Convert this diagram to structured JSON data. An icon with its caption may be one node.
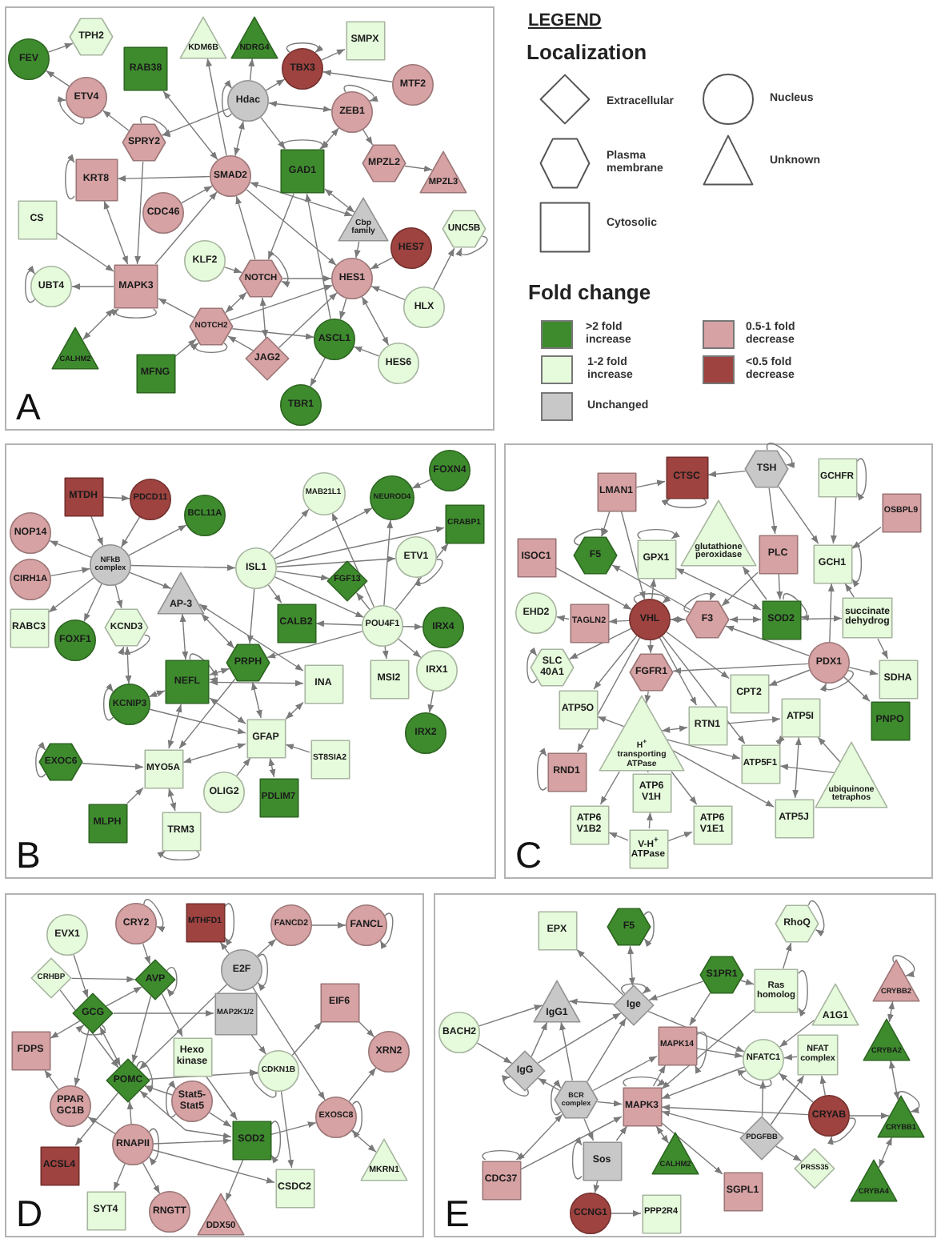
{
  "diagram": {
    "nodes": [
      {
        "text": [
          "A"
        ]
      },
      {
        "text": [
          "TPH2"
        ],
        "in": 0
      },
      {
        "text": [
          "FEV"
        ],
        "in": 0
      },
      {
        "text": [
          "KDM6B"
        ],
        "in": 0
      },
      {
        "text": [
          "NDRG4"
        ],
        "in": 0
      },
      {
        "text": [
          "RAB38"
        ],
        "in": 0
      },
      {
        "text": [
          "TBX3"
        ],
        "in": 0
      },
      {
        "text": [
          "SMPX"
        ],
        "in": 0
      },
      {
        "text": [
          "ETV4"
        ],
        "in": 0
      },
      {
        "text": [
          "Hdac"
        ],
        "in": 0
      },
      {
        "text": [
          "MTF2"
        ],
        "in": 0
      },
      {
        "text": [
          "ZEB1"
        ],
        "in": 0
      },
      {
        "text": [
          "SPRY2"
        ],
        "in": 0
      },
      {
        "text": [
          "GAD1"
        ],
        "in": 0
      },
      {
        "text": [
          "MPZL2"
        ],
        "in": 0
      },
      {
        "text": [
          "MPZL3"
        ],
        "in": 0
      },
      {
        "text": [
          "KRT8"
        ],
        "in": 0
      },
      {
        "text": [
          "SMAD2"
        ],
        "in": 0
      },
      {
        "text": [
          "CS"
        ],
        "in": 0
      },
      {
        "text": [
          "CDC46"
        ],
        "in": 0
      },
      {
        "text": [
          "Cbp family"
        ],
        "in": 0
      },
      {
        "text": [
          "UNC5B"
        ],
        "in": 0
      },
      {
        "text": [
          "HES7"
        ],
        "in": 0
      },
      {
        "text": [
          "KLF2"
        ],
        "in": 0
      },
      {
        "text": [
          "NOTCH"
        ],
        "in": 0
      },
      {
        "text": [
          "HES1"
        ],
        "in": 0
      },
      {
        "text": [
          "UBT4"
        ],
        "in": 0
      },
      {
        "text": [
          "MAPK3"
        ],
        "in": 0
      },
      {
        "text": [
          "HLX"
        ],
        "in": 0
      },
      {
        "text": [
          "NOTCH2"
        ],
        "in": 0
      },
      {
        "text": [
          "ASCL1"
        ],
        "in": 0
      },
      {
        "text": [
          "CALHM2"
        ],
        "in": 0
      },
      {
        "text": [
          "JAG2"
        ],
        "in": 0
      },
      {
        "text": [
          "HES6"
        ],
        "in": 0
      },
      {
        "text": [
          "MFNG"
        ],
        "in": 0
      },
      {
        "text": [
          "TBR1"
        ],
        "in": 0
      },
      {
        "text": [
          "B"
        ]
      },
      {
        "text": [
          "MTDH"
        ],
        "in": 36
      },
      {
        "text": [
          "PDCD11"
        ],
        "in": 36
      },
      {
        "text": [
          "FOXN4"
        ],
        "in": 36
      },
      {
        "text": [
          "MAB21L1"
        ],
        "in": 36
      },
      {
        "text": [
          "NEUROD4"
        ],
        "in": 36
      },
      {
        "text": [
          "BCL11A"
        ],
        "in": 36
      },
      {
        "text": [
          "CRABP1"
        ],
        "in": 36
      },
      {
        "text": [
          "NOP14"
        ],
        "in": 36
      },
      {
        "text": [
          "ETV1"
        ],
        "in": 36
      },
      {
        "text": [
          "NFkB complex"
        ],
        "in": 36
      },
      {
        "text": [
          "ISL1"
        ],
        "in": 36
      },
      {
        "text": [
          "CIRH1A"
        ],
        "in": 36
      },
      {
        "text": [
          "FGF13"
        ],
        "in": 36
      },
      {
        "text": [
          "AP-3"
        ],
        "in": 36
      },
      {
        "text": [
          "CALB2"
        ],
        "in": 36
      },
      {
        "text": [
          "POU4F1"
        ],
        "in": 36
      },
      {
        "text": [
          "IRX4"
        ],
        "in": 36
      },
      {
        "text": [
          "RABC3"
        ],
        "in": 36
      },
      {
        "text": [
          "KCND3"
        ],
        "in": 36
      },
      {
        "text": [
          "FOXF1"
        ],
        "in": 36
      },
      {
        "text": [
          "PRPH"
        ],
        "in": 36
      },
      {
        "text": [
          "IRX1"
        ],
        "in": 36
      },
      {
        "text": [
          "MSI2"
        ],
        "in": 36
      },
      {
        "text": [
          "NEFL"
        ],
        "in": 36
      },
      {
        "text": [
          "INA"
        ],
        "in": 36
      },
      {
        "text": [
          "KCNIP3"
        ],
        "in": 36
      },
      {
        "text": [
          "IRX2"
        ],
        "in": 36
      },
      {
        "text": [
          "GFAP"
        ],
        "in": 36
      },
      {
        "text": [
          "ST8SIA2"
        ],
        "in": 36
      },
      {
        "text": [
          "EXOC6"
        ],
        "in": 36
      },
      {
        "text": [
          "MYO5A"
        ],
        "in": 36
      },
      {
        "text": [
          "OLIG2"
        ],
        "in": 36
      },
      {
        "text": [
          "PDLIM7"
        ],
        "in": 36
      },
      {
        "text": [
          "MLPH"
        ],
        "in": 36
      },
      {
        "text": [
          "TRM3"
        ],
        "in": 36
      },
      {
        "text": [
          "C"
        ]
      },
      {
        "text": [
          "CTSC"
        ],
        "in": 72
      },
      {
        "text": [
          "TSH"
        ],
        "in": 72
      },
      {
        "text": [
          "GCHFR"
        ],
        "in": 72
      },
      {
        "text": [
          "LMAN1"
        ],
        "in": 72
      },
      {
        "text": [
          "OSBPL9"
        ],
        "in": 72
      },
      {
        "text": [
          "glutathione peroxidase"
        ],
        "in": 72
      },
      {
        "text": [
          "ISOC1"
        ],
        "in": 72
      },
      {
        "text": [
          "F5"
        ],
        "in": 72
      },
      {
        "text": [
          "GPX1"
        ],
        "in": 72
      },
      {
        "text": [
          "PLC"
        ],
        "in": 72
      },
      {
        "text": [
          "GCH1"
        ],
        "in": 72
      },
      {
        "text": [
          "EHD2"
        ],
        "in": 72
      },
      {
        "text": [
          "TAGLN2"
        ],
        "in": 72
      },
      {
        "text": [
          "VHL"
        ],
        "in": 72
      },
      {
        "text": [
          "F3"
        ],
        "in": 72
      },
      {
        "text": [
          "SOD2"
        ],
        "in": 72
      },
      {
        "text": [
          "succinate dehydrog"
        ],
        "in": 72
      },
      {
        "text": [
          "PDX1"
        ],
        "in": 72
      },
      {
        "text": [
          "SLC 40A1"
        ],
        "in": 72
      },
      {
        "text": [
          "FGFR1"
        ],
        "in": 72
      },
      {
        "text": [
          "SDHA"
        ],
        "in": 72
      },
      {
        "text": [
          "CPT2"
        ],
        "in": 72
      },
      {
        "text": [
          "ATP5O"
        ],
        "in": 72
      },
      {
        "text": [
          "ATP5I"
        ],
        "in": 72
      },
      {
        "text": [
          "RTN1"
        ],
        "in": 72
      },
      {
        "text": [
          "PNPO"
        ],
        "in": 72
      },
      {
        "text": [
          "H$^{+}$ transporting ATPase"
        ],
        "in": 72
      },
      {
        "text": [
          "ATP5F1"
        ],
        "in": 72
      },
      {
        "text": [
          "ubiquinone tetraphos"
        ],
        "in": 72
      },
      {
        "text": [
          "RND1"
        ],
        "in": 72
      },
      {
        "text": [
          "ATP6 V1H"
        ],
        "in": 72
      },
      {
        "text": [
          "ATP5J"
        ],
        "in": 72
      },
      {
        "text": [
          "ATP6 V1B2"
        ],
        "in": 72
      },
      {
        "text": [
          "ATP6 V1E1"
        ],
        "in": 72
      },
      {
        "text": [
          "V-H$^{+}$ ATPase"
        ],
        "in": 72
      },
      {
        "text": [
          "D"
        ]
      },
      {
        "text": [
          "EVX1"
        ],
        "in": 108
      },
      {
        "text": [
          "CRY2"
        ],
        "in": 108
      },
      {
        "text": [
          "MTHFD1"
        ],
        "in": 108
      },
      {
        "text": [
          "FANCD2"
        ],
        "in": 108
      },
      {
        "text": [
          "FANCL"
        ],
        "in": 108
      },
      {
        "text": [
          "CRHBP"
        ],
        "in": 108
      },
      {
        "text": [
          "AVP"
        ],
        "in": 108
      },
      {
        "text": [
          "E2F"
        ],
        "in": 108
      },
      {
        "text": [
          "GCG"
        ],
        "in": 108
      },
      {
        "text": [
          "MAP2K1/2"
        ],
        "in": 108
      },
      {
        "text": [
          "EIF6"
        ],
        "in": 108
      },
      {
        "text": [
          "FDPS"
        ],
        "in": 108
      },
      {
        "text": [
          "POMC"
        ],
        "in": 108
      },
      {
        "text": [
          "Hexo kinase"
        ],
        "in": 108
      },
      {
        "text": [
          "CDKN1B"
        ],
        "in": 108
      },
      {
        "text": [
          "XRN2"
        ],
        "in": 108
      },
      {
        "text": [
          "PPAR GC1B"
        ],
        "in": 108
      },
      {
        "text": [
          "Stat5-Stat5"
        ],
        "in": 108
      },
      {
        "text": [
          "EXOSC8"
        ],
        "in": 108
      },
      {
        "text": [
          "ACSL4"
        ],
        "in": 108
      },
      {
        "text": [
          "RNAPII"
        ],
        "in": 108
      },
      {
        "text": [
          "SOD2"
        ],
        "in": 108
      },
      {
        "text": [
          "MKRN1"
        ],
        "in": 108
      },
      {
        "text": [
          "SYT4"
        ],
        "in": 108
      },
      {
        "text": [
          "RNGTT"
        ],
        "in": 108
      },
      {
        "text": [
          "DDX50"
        ],
        "in": 108
      },
      {
        "text": [
          "CSDC2"
        ],
        "in": 108
      },
      {
        "text": [
          "E"
        ]
      },
      {
        "text": [
          "EPX"
        ],
        "in": 136
      },
      {
        "text": [
          "F5"
        ],
        "in": 136
      },
      {
        "text": [
          "RhoQ"
        ],
        "in": 136
      },
      {
        "text": [
          "S1PR1"
        ],
        "in": 136
      },
      {
        "text": [
          "CRYBB2"
        ],
        "in": 136
      },
      {
        "text": [
          "Ras homolog"
        ],
        "in": 136
      },
      {
        "text": [
          "IgG1"
        ],
        "in": 136
      },
      {
        "text": [
          "Ige"
        ],
        "in": 136
      },
      {
        "text": [
          "A1G1"
        ],
        "in": 136
      },
      {
        "text": [
          "BACH2"
        ],
        "in": 136
      },
      {
        "text": [
          "CRYBA2"
        ],
        "in": 136
      },
      {
        "text": [
          "MAPK14"
        ],
        "in": 136
      },
      {
        "text": [
          "NFATC1"
        ],
        "in": 136
      },
      {
        "text": [
          "NFAT complex"
        ],
        "in": 136
      },
      {
        "text": [
          "IgG"
        ],
        "in": 136
      },
      {
        "text": [
          "BCR complex"
        ],
        "in": 136
      },
      {
        "text": [
          "MAPK3"
        ],
        "in": 136
      },
      {
        "text": [
          "CRYAB"
        ],
        "in": 136
      },
      {
        "text": [
          "CRYBB1"
        ],
        "in": 136
      },
      {
        "text": [
          "PDGFBB"
        ],
        "in": 136
      },
      {
        "text": [
          "CALHM2"
        ],
        "in": 136
      },
      {
        "text": [
          "Sos"
        ],
        "in": 136
      },
      {
        "text": [
          "PRSS35"
        ],
        "in": 136
      },
      {
        "text": [
          "CDC37"
        ],
        "in": 136
      },
      {
        "text": [
          "CRYBA4"
        ],
        "in": 136
      },
      {
        "text": [
          "SGPL1"
        ],
        "in": 136
      },
      {
        "text": [
          "CCNG1"
        ],
        "in": 136
      },
      {
        "text": [
          "PPP2R4"
        ],
        "in": 136
      }
    ],
    "edges": [
      {
        "from": 2,
        "to": 1,
        "arrow": "to"
      },
      {
        "from": 8,
        "to": 2,
        "arrow": "to"
      },
      {
        "from": 8,
        "to": 8,
        "arrow": "to"
      },
      {
        "from": 12,
        "to": 8,
        "arrow": "to"
      },
      {
        "from": 12,
        "to": 12,
        "arrow": "to"
      },
      {
        "from": 12,
        "to": 27,
        "arrow": "to"
      },
      {
        "from": 9,
        "to": 12,
        "arrow": "to"
      },
      {
        "from": 9,
        "to": 9,
        "arrow": "to"
      },
      {
        "from": 17,
        "to": 3,
        "arrow": "to"
      },
      {
        "from": 9,
        "to": 4,
        "arrow": "to"
      },
      {
        "from": 9,
        "to": 6,
        "arrow": "to"
      },
      {
        "from": 6,
        "to": 7,
        "arrow": "to"
      },
      {
        "from": 10,
        "to": 6,
        "arrow": "to"
      },
      {
        "from": 6,
        "to": 6,
        "arrow": "to"
      },
      {
        "from": 9,
        "to": 11,
        "arrow": "both"
      },
      {
        "from": 9,
        "to": 17,
        "arrow": "both"
      },
      {
        "from": 9,
        "to": 13,
        "arrow": "to"
      },
      {
        "from": 11,
        "to": 11,
        "arrow": "to"
      },
      {
        "from": 11,
        "to": 13,
        "arrow": "both"
      },
      {
        "from": 11,
        "to": 14,
        "arrow": "to"
      },
      {
        "from": 14,
        "to": 15,
        "arrow": "to"
      },
      {
        "from": 17,
        "to": 5,
        "arrow": "both"
      },
      {
        "from": 17,
        "to": 16,
        "arrow": "to"
      },
      {
        "from": 16,
        "to": 16,
        "arrow": "to"
      },
      {
        "from": 16,
        "to": 27,
        "arrow": "both"
      },
      {
        "from": 19,
        "to": 17,
        "arrow": "to"
      },
      {
        "from": 27,
        "to": 17,
        "arrow": "to"
      },
      {
        "from": 18,
        "to": 27,
        "arrow": "to"
      },
      {
        "from": 27,
        "to": 26,
        "arrow": "to"
      },
      {
        "from": 26,
        "to": 26,
        "arrow": "to"
      },
      {
        "from": 27,
        "to": 27,
        "arrow": "to"
      },
      {
        "from": 27,
        "to": 31,
        "arrow": "both"
      },
      {
        "from": 29,
        "to": 27,
        "arrow": "to"
      },
      {
        "from": 24,
        "to": 17,
        "arrow": "to"
      },
      {
        "from": 17,
        "to": 25,
        "arrow": "to"
      },
      {
        "from": 17,
        "to": 20,
        "arrow": "both"
      },
      {
        "from": 13,
        "to": 20,
        "arrow": "both"
      },
      {
        "from": 13,
        "to": 13,
        "arrow": "to"
      },
      {
        "from": 13,
        "to": 24,
        "arrow": "to"
      },
      {
        "from": 20,
        "to": 25,
        "arrow": "to"
      },
      {
        "from": 23,
        "to": 24,
        "arrow": "to"
      },
      {
        "from": 24,
        "to": 24,
        "arrow": "to"
      },
      {
        "from": 24,
        "to": 25,
        "arrow": "to"
      },
      {
        "from": 24,
        "to": 29,
        "arrow": "both"
      },
      {
        "from": 32,
        "to": 24,
        "arrow": "both"
      },
      {
        "from": 22,
        "to": 25,
        "arrow": "to"
      },
      {
        "from": 28,
        "to": 25,
        "arrow": "to"
      },
      {
        "from": 28,
        "to": 21,
        "arrow": "to"
      },
      {
        "from": 21,
        "to": 21,
        "arrow": "to"
      },
      {
        "from": 25,
        "to": 33,
        "arrow": "both"
      },
      {
        "from": 25,
        "to": 30,
        "arrow": "to"
      },
      {
        "from": 30,
        "to": 13,
        "arrow": "to"
      },
      {
        "from": 30,
        "to": 35,
        "arrow": "to"
      },
      {
        "from": 33,
        "to": 30,
        "arrow": "to"
      },
      {
        "from": 29,
        "to": 25,
        "arrow": "to"
      },
      {
        "from": 29,
        "to": 30,
        "arrow": "to"
      },
      {
        "from": 29,
        "to": 29,
        "arrow": "to"
      },
      {
        "from": 32,
        "to": 29,
        "arrow": "to"
      },
      {
        "from": 32,
        "to": 25,
        "arrow": "to"
      },
      {
        "from": 34,
        "to": 29,
        "arrow": "to"
      },
      {
        "from": 37,
        "to": 38,
        "arrow": "to"
      },
      {
        "from": 37,
        "to": 46,
        "arrow": "to"
      },
      {
        "from": 38,
        "to": 46,
        "arrow": "to"
      },
      {
        "from": 46,
        "to": 42,
        "arrow": "to"
      },
      {
        "from": 46,
        "to": 44,
        "arrow": "to"
      },
      {
        "from": 48,
        "to": 46,
        "arrow": "to"
      },
      {
        "from": 46,
        "to": 54,
        "arrow": "to"
      },
      {
        "from": 46,
        "to": 56,
        "arrow": "to"
      },
      {
        "from": 46,
        "to": 55,
        "arrow": "to"
      },
      {
        "from": 46,
        "to": 50,
        "arrow": "to"
      },
      {
        "from": 46,
        "to": 47,
        "arrow": "to"
      },
      {
        "from": 55,
        "to": 55,
        "arrow": "to"
      },
      {
        "from": 55,
        "to": 62,
        "arrow": "both"
      },
      {
        "from": 62,
        "to": 62,
        "arrow": "to"
      },
      {
        "from": 62,
        "to": 60,
        "arrow": "both"
      },
      {
        "from": 62,
        "to": 64,
        "arrow": "to"
      },
      {
        "from": 50,
        "to": 60,
        "arrow": "both"
      },
      {
        "from": 50,
        "to": 57,
        "arrow": "both"
      },
      {
        "from": 50,
        "to": 61,
        "arrow": "both"
      },
      {
        "from": 60,
        "to": 60,
        "arrow": "to"
      },
      {
        "from": 60,
        "to": 57,
        "arrow": "both"
      },
      {
        "from": 60,
        "to": 61,
        "arrow": "both"
      },
      {
        "from": 60,
        "to": 64,
        "arrow": "both"
      },
      {
        "from": 60,
        "to": 67,
        "arrow": "both"
      },
      {
        "from": 57,
        "to": 64,
        "arrow": "both"
      },
      {
        "from": 57,
        "to": 67,
        "arrow": "to"
      },
      {
        "from": 47,
        "to": 40,
        "arrow": "to"
      },
      {
        "from": 47,
        "to": 41,
        "arrow": "to"
      },
      {
        "from": 47,
        "to": 43,
        "arrow": "to"
      },
      {
        "from": 47,
        "to": 45,
        "arrow": "to"
      },
      {
        "from": 47,
        "to": 49,
        "arrow": "to"
      },
      {
        "from": 47,
        "to": 51,
        "arrow": "to"
      },
      {
        "from": 47,
        "to": 52,
        "arrow": "to"
      },
      {
        "from": 47,
        "to": 57,
        "arrow": "to"
      },
      {
        "from": 39,
        "to": 41,
        "arrow": "to"
      },
      {
        "from": 52,
        "to": 41,
        "arrow": "to"
      },
      {
        "from": 52,
        "to": 40,
        "arrow": "to"
      },
      {
        "from": 52,
        "to": 43,
        "arrow": "to"
      },
      {
        "from": 45,
        "to": 45,
        "arrow": "to"
      },
      {
        "from": 52,
        "to": 49,
        "arrow": "to"
      },
      {
        "from": 52,
        "to": 51,
        "arrow": "to"
      },
      {
        "from": 52,
        "to": 53,
        "arrow": "to"
      },
      {
        "from": 52,
        "to": 59,
        "arrow": "to"
      },
      {
        "from": 52,
        "to": 58,
        "arrow": "to"
      },
      {
        "from": 52,
        "to": 57,
        "arrow": "to"
      },
      {
        "from": 58,
        "to": 63,
        "arrow": "to"
      },
      {
        "from": 61,
        "to": 64,
        "arrow": "both"
      },
      {
        "from": 65,
        "to": 64,
        "arrow": "to"
      },
      {
        "from": 64,
        "to": 69,
        "arrow": "both"
      },
      {
        "from": 68,
        "to": 64,
        "arrow": "to"
      },
      {
        "from": 64,
        "to": 67,
        "arrow": "both"
      },
      {
        "from": 66,
        "to": 67,
        "arrow": "to"
      },
      {
        "from": 66,
        "to": 66,
        "arrow": "to"
      },
      {
        "from": 70,
        "to": 67,
        "arrow": "to"
      },
      {
        "from": 71,
        "to": 67,
        "arrow": "both"
      },
      {
        "from": 71,
        "to": 71,
        "arrow": "to"
      },
      {
        "from": 74,
        "to": 73,
        "arrow": "to"
      },
      {
        "from": 76,
        "to": 73,
        "arrow": "to"
      },
      {
        "from": 73,
        "to": 73,
        "arrow": "to"
      },
      {
        "from": 74,
        "to": 74,
        "arrow": "to"
      },
      {
        "from": 74,
        "to": 82,
        "arrow": "to"
      },
      {
        "from": 74,
        "to": 83,
        "arrow": "to"
      },
      {
        "from": 75,
        "to": 83,
        "arrow": "to"
      },
      {
        "from": 75,
        "to": 75,
        "arrow": "to"
      },
      {
        "from": 77,
        "to": 83,
        "arrow": "to"
      },
      {
        "from": 83,
        "to": 83,
        "arrow": "to"
      },
      {
        "from": 76,
        "to": 80,
        "arrow": "to"
      },
      {
        "from": 76,
        "to": 86,
        "arrow": "to"
      },
      {
        "from": 80,
        "to": 80,
        "arrow": "to"
      },
      {
        "from": 87,
        "to": 80,
        "arrow": "to"
      },
      {
        "from": 81,
        "to": 81,
        "arrow": "to"
      },
      {
        "from": 81,
        "to": 88,
        "arrow": "both"
      },
      {
        "from": 88,
        "to": 78,
        "arrow": "to"
      },
      {
        "from": 86,
        "to": 81,
        "arrow": "to"
      },
      {
        "from": 79,
        "to": 86,
        "arrow": "to"
      },
      {
        "from": 86,
        "to": 86,
        "arrow": "to"
      },
      {
        "from": 85,
        "to": 84,
        "arrow": "to"
      },
      {
        "from": 86,
        "to": 85,
        "arrow": "to"
      },
      {
        "from": 86,
        "to": 87,
        "arrow": "both"
      },
      {
        "from": 87,
        "to": 87,
        "arrow": "to"
      },
      {
        "from": 82,
        "to": 87,
        "arrow": "to"
      },
      {
        "from": 82,
        "to": 88,
        "arrow": "to"
      },
      {
        "from": 88,
        "to": 87,
        "arrow": "both"
      },
      {
        "from": 88,
        "to": 88,
        "arrow": "to"
      },
      {
        "from": 88,
        "to": 89,
        "arrow": "to"
      },
      {
        "from": 90,
        "to": 83,
        "arrow": "to"
      },
      {
        "from": 89,
        "to": 83,
        "arrow": "to"
      },
      {
        "from": 89,
        "to": 93,
        "arrow": "to"
      },
      {
        "from": 90,
        "to": 87,
        "arrow": "to"
      },
      {
        "from": 90,
        "to": 92,
        "arrow": "to"
      },
      {
        "from": 90,
        "to": 94,
        "arrow": "to"
      },
      {
        "from": 90,
        "to": 93,
        "arrow": "to"
      },
      {
        "from": 90,
        "to": 98,
        "arrow": "to"
      },
      {
        "from": 90,
        "to": 90,
        "arrow": "to"
      },
      {
        "from": 86,
        "to": 91,
        "arrow": "to"
      },
      {
        "from": 91,
        "to": 91,
        "arrow": "to"
      },
      {
        "from": 86,
        "to": 92,
        "arrow": "to"
      },
      {
        "from": 86,
        "to": 95,
        "arrow": "to"
      },
      {
        "from": 86,
        "to": 94,
        "arrow": "to"
      },
      {
        "from": 86,
        "to": 97,
        "arrow": "to"
      },
      {
        "from": 86,
        "to": 100,
        "arrow": "to"
      },
      {
        "from": 86,
        "to": 102,
        "arrow": "to"
      },
      {
        "from": 92,
        "to": 99,
        "arrow": "to"
      },
      {
        "from": 99,
        "to": 95,
        "arrow": "to"
      },
      {
        "from": 97,
        "to": 99,
        "arrow": "both"
      },
      {
        "from": 97,
        "to": 96,
        "arrow": "to"
      },
      {
        "from": 96,
        "to": 100,
        "arrow": "both"
      },
      {
        "from": 96,
        "to": 104,
        "arrow": "both"
      },
      {
        "from": 101,
        "to": 96,
        "arrow": "to"
      },
      {
        "from": 101,
        "to": 100,
        "arrow": "to"
      },
      {
        "from": 99,
        "to": 100,
        "arrow": "to"
      },
      {
        "from": 99,
        "to": 103,
        "arrow": "to"
      },
      {
        "from": 99,
        "to": 105,
        "arrow": "to"
      },
      {
        "from": 99,
        "to": 106,
        "arrow": "to"
      },
      {
        "from": 99,
        "to": 104,
        "arrow": "to"
      },
      {
        "from": 107,
        "to": 105,
        "arrow": "to"
      },
      {
        "from": 107,
        "to": 103,
        "arrow": "to"
      },
      {
        "from": 107,
        "to": 106,
        "arrow": "to"
      },
      {
        "from": 102,
        "to": 102,
        "arrow": "to"
      },
      {
        "from": 109,
        "to": 117,
        "arrow": "to"
      },
      {
        "from": 110,
        "to": 115,
        "arrow": "to"
      },
      {
        "from": 110,
        "to": 110,
        "arrow": "to"
      },
      {
        "from": 111,
        "to": 111,
        "arrow": "to"
      },
      {
        "from": 116,
        "to": 111,
        "arrow": "to"
      },
      {
        "from": 116,
        "to": 112,
        "arrow": "to"
      },
      {
        "from": 112,
        "to": 113,
        "arrow": "to"
      },
      {
        "from": 113,
        "to": 113,
        "arrow": "to"
      },
      {
        "from": 116,
        "to": 116,
        "arrow": "to"
      },
      {
        "from": 114,
        "to": 115,
        "arrow": "to"
      },
      {
        "from": 114,
        "to": 121,
        "arrow": "to"
      },
      {
        "from": 117,
        "to": 115,
        "arrow": "to"
      },
      {
        "from": 115,
        "to": 115,
        "arrow": "to"
      },
      {
        "from": 117,
        "to": 118,
        "arrow": "to"
      },
      {
        "from": 117,
        "to": 120,
        "arrow": "to"
      },
      {
        "from": 117,
        "to": 117,
        "arrow": "to"
      },
      {
        "from": 117,
        "to": 125,
        "arrow": "to"
      },
      {
        "from": 117,
        "to": 121,
        "arrow": "both"
      },
      {
        "from": 115,
        "to": 121,
        "arrow": "to"
      },
      {
        "from": 115,
        "to": 122,
        "arrow": "to"
      },
      {
        "from": 116,
        "to": 121,
        "arrow": "to"
      },
      {
        "from": 116,
        "to": 127,
        "arrow": "to"
      },
      {
        "from": 118,
        "to": 123,
        "arrow": "to"
      },
      {
        "from": 122,
        "to": 130,
        "arrow": "to"
      },
      {
        "from": 121,
        "to": 121,
        "arrow": "to"
      },
      {
        "from": 121,
        "to": 123,
        "arrow": "to"
      },
      {
        "from": 121,
        "to": 128,
        "arrow": "to"
      },
      {
        "from": 126,
        "to": 121,
        "arrow": "to"
      },
      {
        "from": 121,
        "to": 130,
        "arrow": "both"
      },
      {
        "from": 129,
        "to": 121,
        "arrow": "to"
      },
      {
        "from": 125,
        "to": 120,
        "arrow": "to"
      },
      {
        "from": 129,
        "to": 125,
        "arrow": "to"
      },
      {
        "from": 129,
        "to": 129,
        "arrow": "to"
      },
      {
        "from": 126,
        "to": 130,
        "arrow": "to"
      },
      {
        "from": 126,
        "to": 126,
        "arrow": "to"
      },
      {
        "from": 123,
        "to": 123,
        "arrow": "to"
      },
      {
        "from": 123,
        "to": 119,
        "arrow": "to"
      },
      {
        "from": 123,
        "to": 135,
        "arrow": "to"
      },
      {
        "from": 119,
        "to": 124,
        "arrow": "to"
      },
      {
        "from": 127,
        "to": 124,
        "arrow": "to"
      },
      {
        "from": 127,
        "to": 127,
        "arrow": "to"
      },
      {
        "from": 127,
        "to": 131,
        "arrow": "to"
      },
      {
        "from": 130,
        "to": 127,
        "arrow": "to"
      },
      {
        "from": 130,
        "to": 130,
        "arrow": "to"
      },
      {
        "from": 130,
        "to": 134,
        "arrow": "to"
      },
      {
        "from": 129,
        "to": 130,
        "arrow": "to"
      },
      {
        "from": 129,
        "to": 135,
        "arrow": "to"
      },
      {
        "from": 129,
        "to": 132,
        "arrow": "to"
      },
      {
        "from": 129,
        "to": 133,
        "arrow": "to"
      },
      {
        "from": 146,
        "to": 143,
        "arrow": "to"
      },
      {
        "from": 146,
        "to": 151,
        "arrow": "to"
      },
      {
        "from": 144,
        "to": 143,
        "arrow": "to"
      },
      {
        "from": 151,
        "to": 143,
        "arrow": "to"
      },
      {
        "from": 151,
        "to": 144,
        "arrow": "to"
      },
      {
        "from": 151,
        "to": 151,
        "arrow": "to"
      },
      {
        "from": 152,
        "to": 143,
        "arrow": "to"
      },
      {
        "from": 152,
        "to": 151,
        "arrow": "to"
      },
      {
        "from": 152,
        "to": 144,
        "arrow": "to"
      },
      {
        "from": 152,
        "to": 152,
        "arrow": "to"
      },
      {
        "from": 152,
        "to": 153,
        "arrow": "to"
      },
      {
        "from": 152,
        "to": 158,
        "arrow": "to"
      },
      {
        "from": 152,
        "to": 148,
        "arrow": "to"
      },
      {
        "from": 144,
        "to": 137,
        "arrow": "to"
      },
      {
        "from": 144,
        "to": 138,
        "arrow": "both"
      },
      {
        "from": 138,
        "to": 138,
        "arrow": "to"
      },
      {
        "from": 144,
        "to": 144,
        "arrow": "to"
      },
      {
        "from": 140,
        "to": 144,
        "arrow": "to"
      },
      {
        "from": 140,
        "to": 142,
        "arrow": "to"
      },
      {
        "from": 140,
        "to": 148,
        "arrow": "to"
      },
      {
        "from": 144,
        "to": 149,
        "arrow": "to"
      },
      {
        "from": 142,
        "to": 139,
        "arrow": "to"
      },
      {
        "from": 139,
        "to": 139,
        "arrow": "to"
      },
      {
        "from": 142,
        "to": 142,
        "arrow": "to"
      },
      {
        "from": 142,
        "to": 153,
        "arrow": "to"
      },
      {
        "from": 145,
        "to": 149,
        "arrow": "to"
      },
      {
        "from": 148,
        "to": 149,
        "arrow": "to"
      },
      {
        "from": 148,
        "to": 148,
        "arrow": "to"
      },
      {
        "from": 153,
        "to": 148,
        "arrow": "to"
      },
      {
        "from": 153,
        "to": 153,
        "arrow": "to"
      },
      {
        "from": 149,
        "to": 153,
        "arrow": "to"
      },
      {
        "from": 150,
        "to": 149,
        "arrow": "to"
      },
      {
        "from": 149,
        "to": 149,
        "arrow": "to"
      },
      {
        "from": 156,
        "to": 149,
        "arrow": "to"
      },
      {
        "from": 156,
        "to": 150,
        "arrow": "to"
      },
      {
        "from": 156,
        "to": 153,
        "arrow": "to"
      },
      {
        "from": 156,
        "to": 159,
        "arrow": "to"
      },
      {
        "from": 154,
        "to": 149,
        "arrow": "to"
      },
      {
        "from": 154,
        "to": 150,
        "arrow": "to"
      },
      {
        "from": 154,
        "to": 153,
        "arrow": "to"
      },
      {
        "from": 154,
        "to": 154,
        "arrow": "to"
      },
      {
        "from": 154,
        "to": 155,
        "arrow": "to"
      },
      {
        "from": 153,
        "to": 162,
        "arrow": "to"
      },
      {
        "from": 153,
        "to": 157,
        "arrow": "both"
      },
      {
        "from": 158,
        "to": 153,
        "arrow": "to"
      },
      {
        "from": 158,
        "to": 158,
        "arrow": "to"
      },
      {
        "from": 158,
        "to": 163,
        "arrow": "to"
      },
      {
        "from": 163,
        "to": 164,
        "arrow": "to"
      },
      {
        "from": 160,
        "to": 153,
        "arrow": "to"
      },
      {
        "from": 160,
        "to": 152,
        "arrow": "to"
      },
      {
        "from": 160,
        "to": 160,
        "arrow": "to"
      },
      {
        "from": 141,
        "to": 141,
        "arrow": "to"
      },
      {
        "from": 141,
        "to": 147,
        "arrow": "both"
      },
      {
        "from": 147,
        "to": 155,
        "arrow": "both"
      },
      {
        "from": 155,
        "to": 155,
        "arrow": "to"
      },
      {
        "from": 155,
        "to": 161,
        "arrow": "both"
      }
    ],
    "labels": [
      "LEGEND",
      "Localization",
      "Fold change"
    ],
    "legend": [
      {
        "text": "Extracellular"
      },
      {
        "text": "Nucleus"
      },
      {
        "text": "Plasma membrane"
      },
      {
        "text": "Unknown"
      },
      {
        "text": "Cytosolic"
      },
      {
        "text": ">2 fold increase",
        "color": "#3e8b2e"
      },
      {
        "text": "0.5-1 fold decrease",
        "color": "#d6a2a4"
      },
      {
        "text": "1-2 fold increase",
        "color": "#e6fadc"
      },
      {
        "text": "<0.5 fold decrease",
        "color": "#9e4340"
      },
      {
        "text": "Unchanged",
        "color": "#c8c8c8"
      }
    ]
  }
}
